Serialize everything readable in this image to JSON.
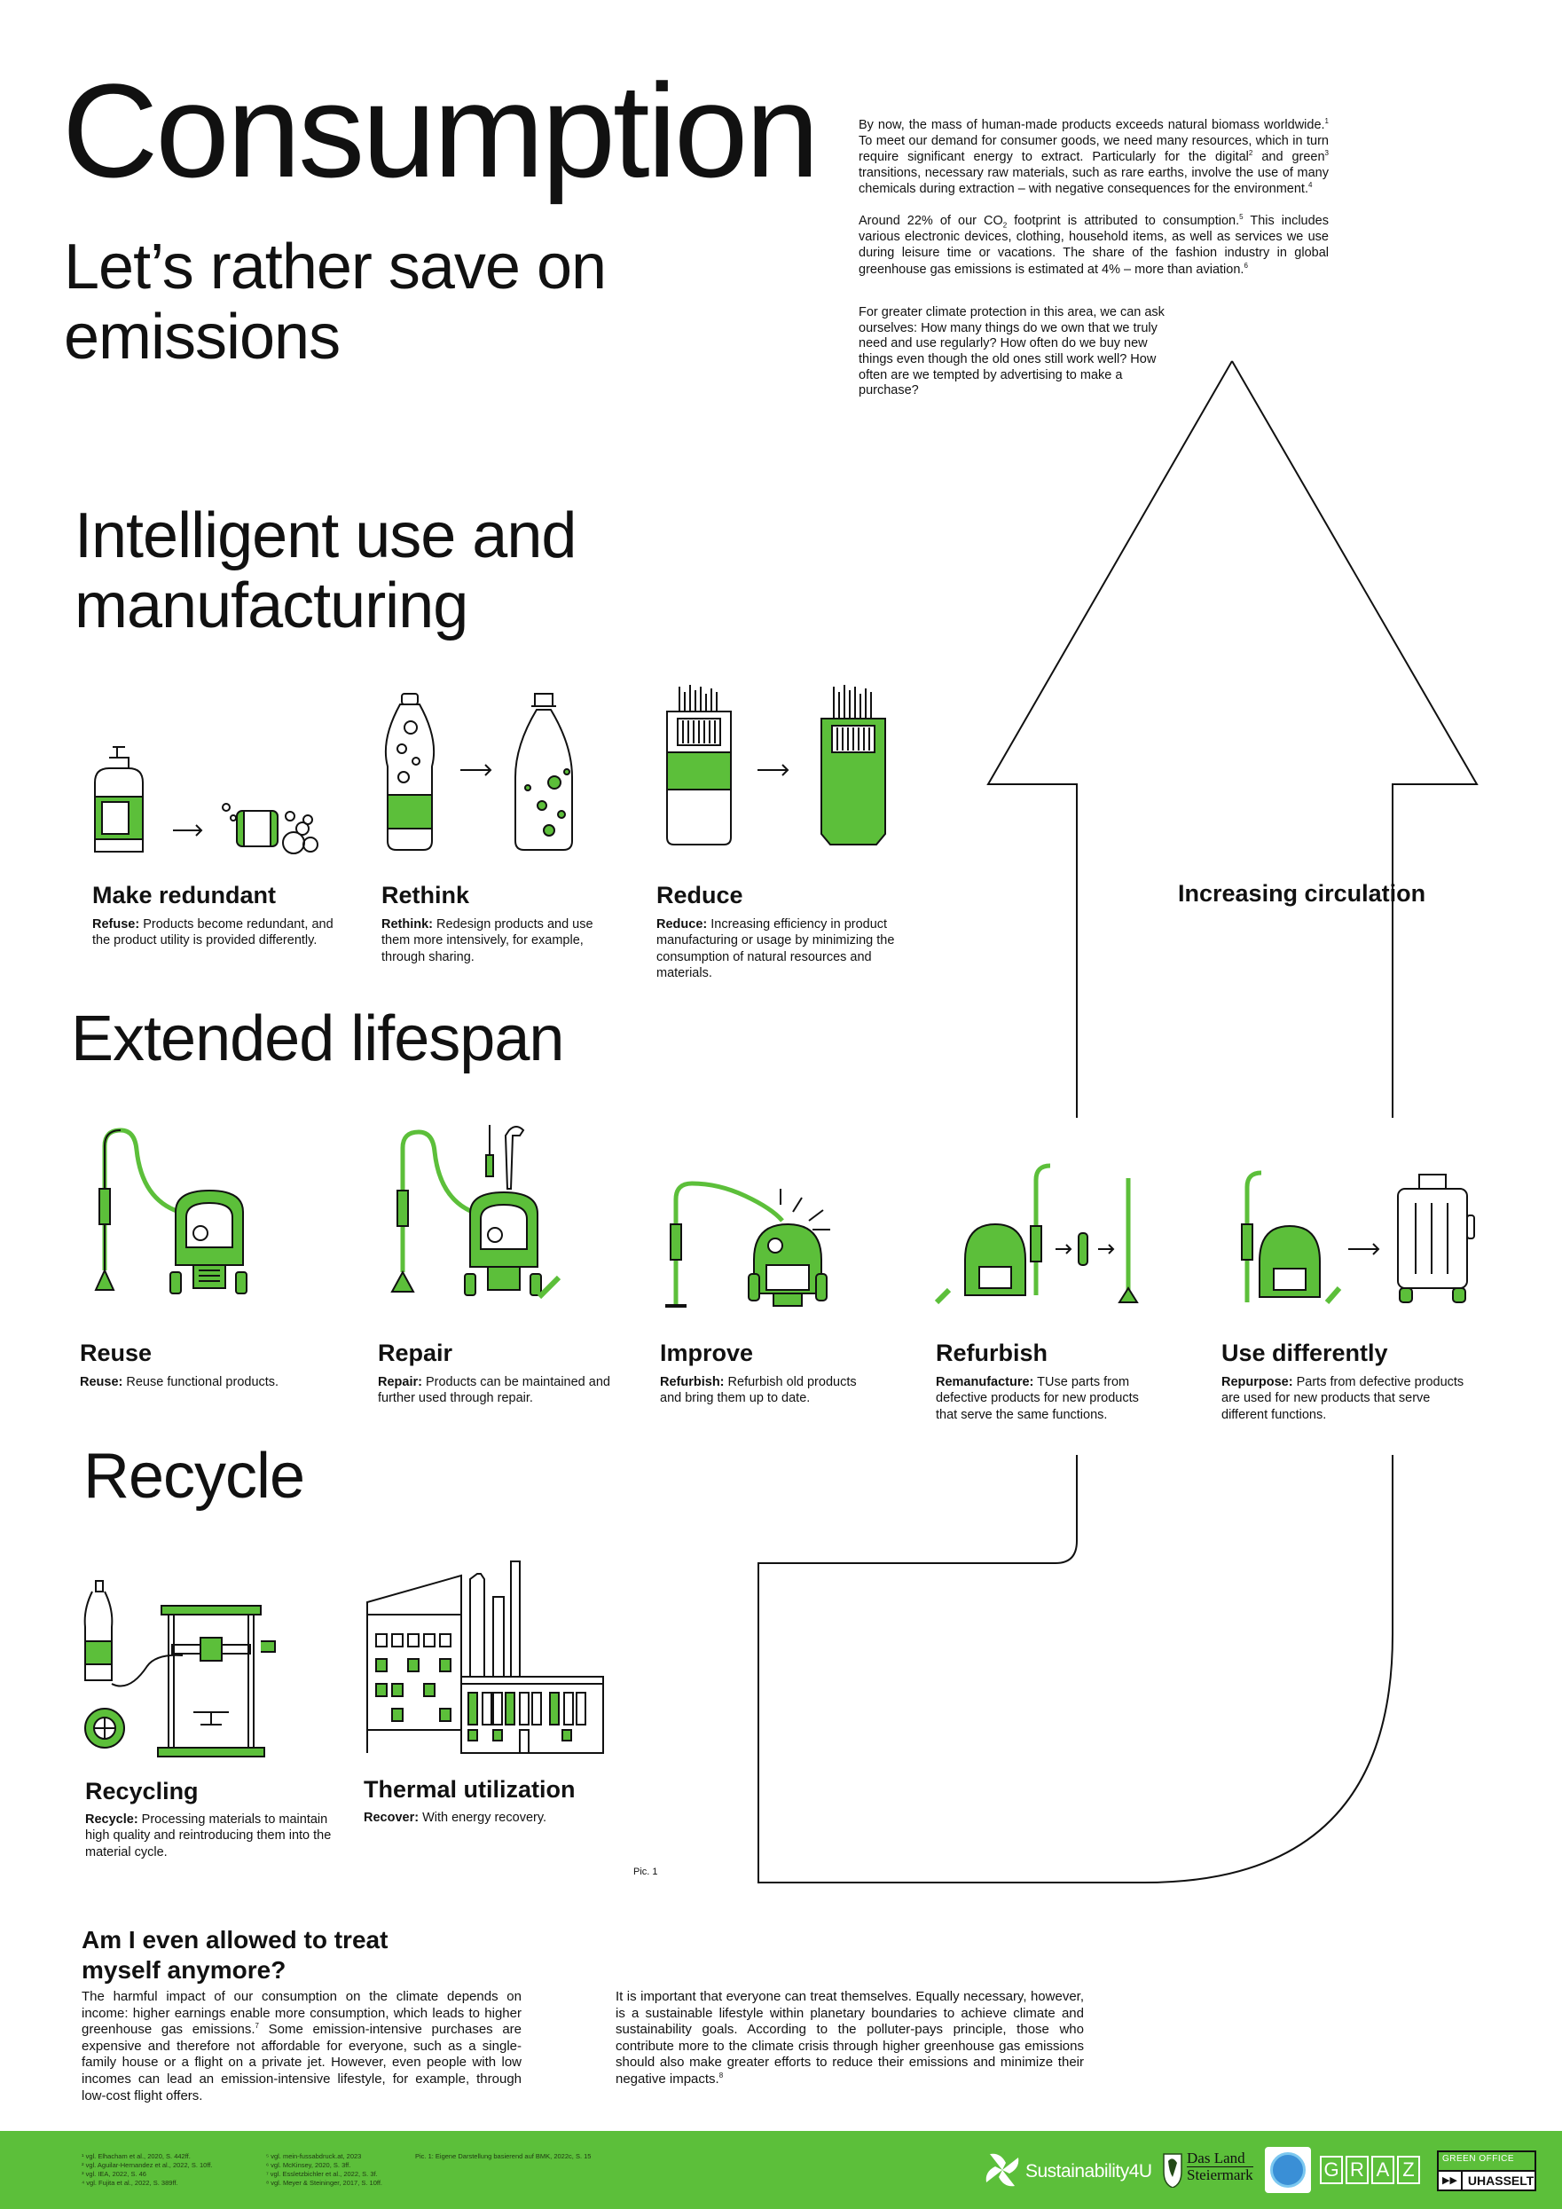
{
  "header": {
    "title": "Consumption",
    "subtitle": "Let’s rather save on emissions"
  },
  "intro": {
    "p1_a": "By now, the mass of human-made products exceeds natural biomass worldwide.",
    "p1_s1": "1",
    "p1_b": " To meet our demand for consumer goods, we need many resources, which in turn require significant energy to extract. Particularly for the digital",
    "p1_s2": "2",
    "p1_c": " and green",
    "p1_s3": "3",
    "p1_d": " transitions, necessary raw materials, such as rare earths, involve the use of many chemicals during extraction – with negative consequences for the environment.",
    "p1_s4": "4",
    "p2_a": "Around 22% of our CO",
    "p2_sub": "2",
    "p2_b": " footprint is attributed to consumption.",
    "p2_s5": "5",
    "p2_c": " This includes various electronic devices, clothing, household items, as well as services we use during leisure time or vacations. The share of the fashion industry in global greenhouse gas emissions is estimated at 4% – more than aviation.",
    "p2_s6": "6",
    "p3": "For greater climate protection in this area, we can ask ourselves: How many things do we own that we truly need and use regularly? How often do we buy new things even though the old ones still work well? How often are we tempted by advertising to make a purchase?"
  },
  "arrow_label": "Increasing circulation",
  "sections": {
    "intelligent": {
      "title": "Intelligent use and manufacturing",
      "items": [
        {
          "title": "Make redundant",
          "term": "Refuse:",
          "desc": " Products become redundant, and the product utility is provided differently."
        },
        {
          "title": "Rethink",
          "term": "Rethink:",
          "desc": " Redesign products and use them more intensively, for example, through sharing."
        },
        {
          "title": "Reduce",
          "term": "Reduce:",
          "desc": " Increasing efficiency in product manufacturing or usage by minimizing the consumption of natural resources and materials."
        }
      ]
    },
    "extended": {
      "title": "Extended lifespan",
      "items": [
        {
          "title": "Reuse",
          "term": "Reuse:",
          "desc": " Reuse functional products."
        },
        {
          "title": "Repair",
          "term": "Repair:",
          "desc": " Products can be maintained and further used through repair."
        },
        {
          "title": "Improve",
          "term": "Refurbish:",
          "desc": " Refurbish old products and bring them up to date."
        },
        {
          "title": "Refurbish",
          "term": "Remanufacture:",
          "desc": " TUse parts from defective products for new products that serve the same functions."
        },
        {
          "title": "Use differently",
          "term": "Repurpose:",
          "desc": " Parts from defective products are used for new products that serve different functions."
        }
      ]
    },
    "recycle": {
      "title": "Recycle",
      "items": [
        {
          "title": "Recycling",
          "term": "Recycle:",
          "desc": " Processing materials to maintain high quality and reintroducing them into the material cycle."
        },
        {
          "title": "Thermal utilization",
          "term": "Recover:",
          "desc": " With energy recovery."
        }
      ]
    }
  },
  "pic_label": "Pic. 1",
  "treat": {
    "title": "Am I even allowed to treat myself anymore?",
    "col1_a": "The harmful impact of our consumption on the climate depends on income: higher earnings enable more consumption, which leads to higher greenhouse gas emissions.",
    "col1_s7": "7",
    "col1_b": " Some emission-intensive purchases are expensive and therefore not affordable for everyone, such as a single-family house or a flight on a private jet. However, even people with low incomes can lead an emission-intensive lifestyle, for example, through low-cost flight offers.",
    "col2_a": "It is important that everyone can treat themselves. Equally necessary, however, is a sustainable lifestyle within planetary boundaries to achieve climate and sustainability goals. According to the polluter-pays principle, those who contribute more to the climate crisis through higher greenhouse gas emissions should also make greater efforts to reduce their emissions and minimize their negative impacts.",
    "col2_s8": "8"
  },
  "footnotes": {
    "col1": [
      "¹ vgl. Elhacham et al., 2020, S. 442ff.",
      "² vgl. Aguilar-Hernandez et al., 2022, S. 10ff.",
      "³ vgl. IEA, 2022, S. 46",
      "⁴ vgl. Fujita et al., 2022, S. 389ff."
    ],
    "col2": [
      "⁵ vgl. mein-fussabdruck.at, 2023",
      "⁶ vgl. McKinsey, 2020, S. 3ff.",
      "⁷ vgl. Essletzbichler et al., 2022, S. 3f.",
      "⁸ vgl. Meyer & Steininger, 2017, S. 10ff."
    ],
    "pic": "Pic. 1: Eigene Darstellung basierend auf BMK, 2022c, S. 15"
  },
  "logos": {
    "sustainability": "Sustainability4U",
    "land_1": "Das Land",
    "land_2": "Steiermark",
    "graz": [
      "G",
      "R",
      "A",
      "Z"
    ],
    "green_office_1": "GREEN OFFICE",
    "green_office_2": "UHASSELT"
  },
  "colors": {
    "accent": "#5cbf3a",
    "ink": "#111111",
    "footer": "#5cbf3a"
  }
}
